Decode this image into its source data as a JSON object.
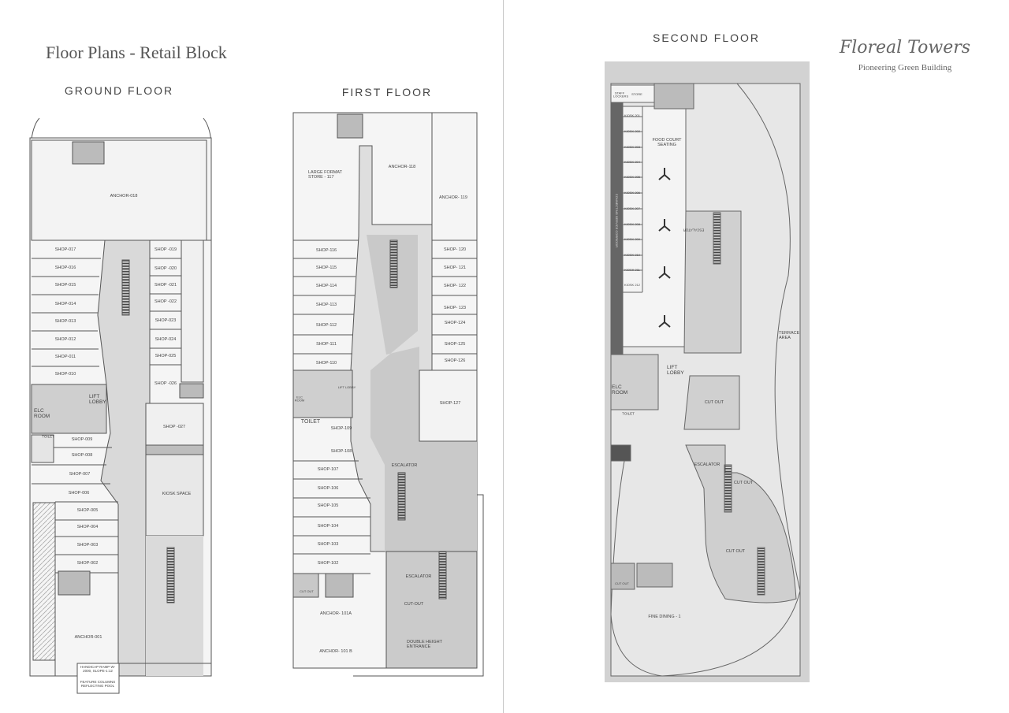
{
  "header": {
    "title": "Floor Plans - Retail Block",
    "brand": "Floreal Towers",
    "tagline": "Pioneering Green Building"
  },
  "ground_floor": {
    "title": "GROUND FLOOR",
    "rooms": [
      "ANCHOR-018",
      "SHOP-017",
      "SHOP-016",
      "SHOP-015",
      "SHOP-014",
      "SHOP-013",
      "SHOP-012",
      "SHOP-011",
      "SHOP-010",
      "SHOP -019",
      "SHOP -020",
      "SHOP -021",
      "SHOP -022",
      "SHOP-023",
      "SHOP-024",
      "SHOP-025",
      "SHOP -026",
      "LIFT LOBBY",
      "ELC ROOM",
      "TOILET",
      "SHOP-009",
      "SHOP-008",
      "SHOP-007",
      "SHOP-006",
      "SHOP-005",
      "SHOP-004",
      "SHOP-003",
      "SHOP-002",
      "ANCHOR-001",
      "SHOP -027",
      "KIOSK SPACE",
      "HANDICAP RAMP W-2000, SLOPE-1:12",
      "FEATURE COLUMNS REFLECTING POOL"
    ]
  },
  "first_floor": {
    "title": "FIRST FLOOR",
    "rooms": [
      "LARGE FORMAT STORE - 117",
      "ANCHOR-118",
      "ANCHOR- 119",
      "SHOP-116",
      "SHOP-115",
      "SHOP-114",
      "SHOP-113",
      "SHOP-112",
      "SHOP-111",
      "SHOP-110",
      "SHOP- 120",
      "SHOP- 121",
      "SHOP- 122",
      "SHOP- 123",
      "SHOP-124",
      "SHOP-125",
      "SHOP-126",
      "SHOP-127",
      "LIFT LOBBY",
      "ELC ROOM",
      "TOILET",
      "SHOP-109",
      "SHOP-108",
      "SHOP-107",
      "SHOP-106",
      "SHOP-105",
      "SHOP-104",
      "SHOP-103",
      "SHOP-102",
      "ESCALATOR",
      "ESCALATOR",
      "CUT-OUT",
      "DOUBLE HEIGHT ENTRANCE",
      "CUT OUT",
      "ANCHOR- 101A",
      "ANCHOR- 101 B"
    ]
  },
  "second_floor": {
    "title": "SECOND FLOOR",
    "rooms": [
      "STAFF LOCKERS",
      "STORE",
      "KIOSK 201",
      "KIOSK 202",
      "KIOSK 203",
      "KIOSK 204",
      "KIOSK 205",
      "KIOSK 206",
      "KIOSK 207",
      "KIOSK 208",
      "KIOSK 209",
      "KIOSK 210",
      "KIOSK 211",
      "KIOSK 212",
      "FOOD COURT SEATING",
      "CONNECTING SERVICE CORRIDOR",
      "ESCALATOR",
      "TERRACE AREA",
      "LIFT LOBBY",
      "ELC ROOM",
      "TOILET",
      "CUT OUT",
      "ESCALATOR",
      "CUT OUT",
      "CUT OUT",
      "CUT OUT",
      "FINE DINING - 1"
    ]
  },
  "colors": {
    "wall": "#555555",
    "corridor": "#d9d9d9",
    "room": "#f3f3f3",
    "service": "#666666",
    "page_bg": "#ffffff"
  }
}
